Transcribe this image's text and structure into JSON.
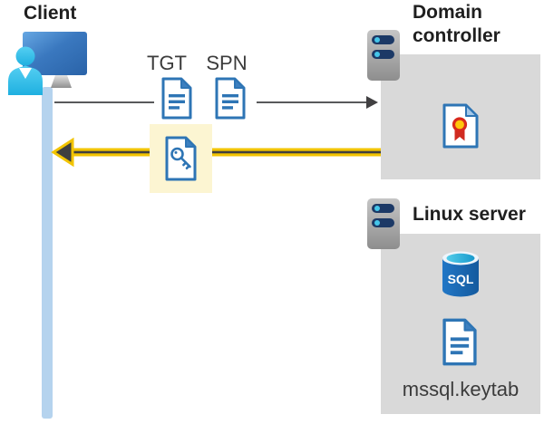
{
  "client": {
    "label": "Client"
  },
  "flow": {
    "tgt_label": "TGT",
    "spn_label": "SPN",
    "request_direction": "client-to-domain-controller",
    "response_direction": "domain-controller-to-client"
  },
  "domain_controller": {
    "label": "Domain controller"
  },
  "linux_server": {
    "label": "Linux server",
    "sql_badge": "SQL",
    "keytab_file": "mssql.keytab"
  },
  "icons": {
    "client": "user-at-monitor-icon",
    "tgt": "document-icon",
    "spn": "document-icon",
    "session_key": "document-key-icon",
    "domain_controller_host": "server-icon",
    "linux_host": "server-icon",
    "certificate": "certificate-icon",
    "database": "sql-database-icon",
    "keytab": "document-icon"
  },
  "colors": {
    "doc_blue": "#2e75b5",
    "accent_cyan": "#45c6ea",
    "bar_navy": "#1c3966",
    "monitor_blue": "#3a78bf",
    "timeline_blue": "#b5d3ee",
    "panel_gray": "#d9d9d9",
    "highlight_yellow": "#fcf5d2",
    "arrow_yellow": "#f2c400",
    "arrow_dark": "#3f3f3f",
    "request_arrow_gray": "#58595b",
    "cert_red": "#d8291c",
    "cert_gold": "#ffc60b",
    "sql_body_blue": "#1c6fc0",
    "sql_top_cyan": "#35bfe2",
    "title_text": "#1f1f1f",
    "secondary_text": "#3b3b3b"
  }
}
